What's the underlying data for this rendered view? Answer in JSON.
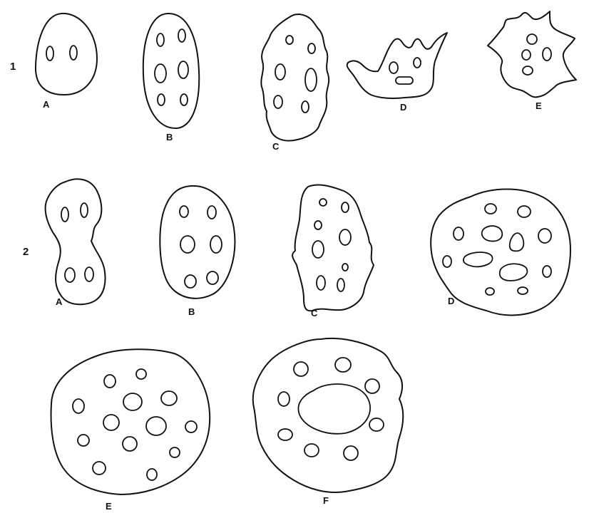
{
  "figure": {
    "rows": [
      {
        "label": "1",
        "specimens": [
          "A",
          "B",
          "C",
          "D",
          "E"
        ]
      },
      {
        "label": "2",
        "specimens": [
          "A",
          "B",
          "C",
          "D",
          "E",
          "F"
        ]
      }
    ],
    "colors": {
      "line": "#111111",
      "background": "#ffffff"
    }
  }
}
